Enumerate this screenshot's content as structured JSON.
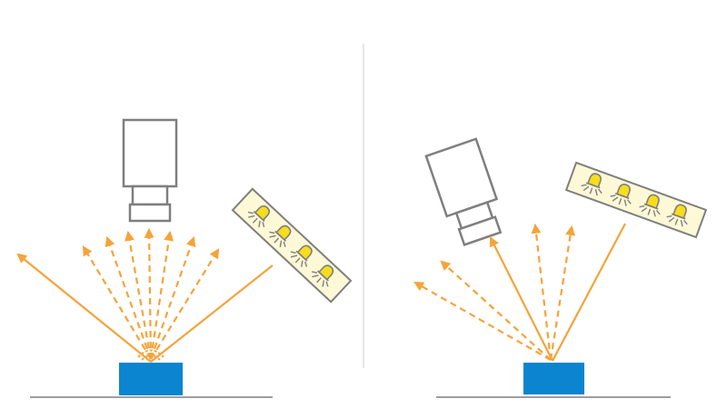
{
  "colors": {
    "background": "#ffffff",
    "outline": "#7f7f7f",
    "ray": "#f5a33a",
    "object": "#0b85cf",
    "led": "#f7dd1c",
    "light_bar_fill": "#fdf8d6",
    "divider": "#d5d5d5",
    "ground": "#7f7f7f"
  },
  "panels": [
    {
      "name": "left-panel",
      "camera_icon": "camera-icon",
      "light_icon": "led-bar-light-icon",
      "led_count": 4,
      "object_icon": "object-block-icon",
      "specular_ray_style": "solid",
      "diffuse_ray_style": "dashed"
    },
    {
      "name": "right-panel",
      "camera_icon": "camera-icon",
      "light_icon": "led-bar-light-icon",
      "led_count": 4,
      "object_icon": "object-block-icon",
      "specular_ray_style": "solid",
      "diffuse_ray_style": "dashed"
    }
  ]
}
